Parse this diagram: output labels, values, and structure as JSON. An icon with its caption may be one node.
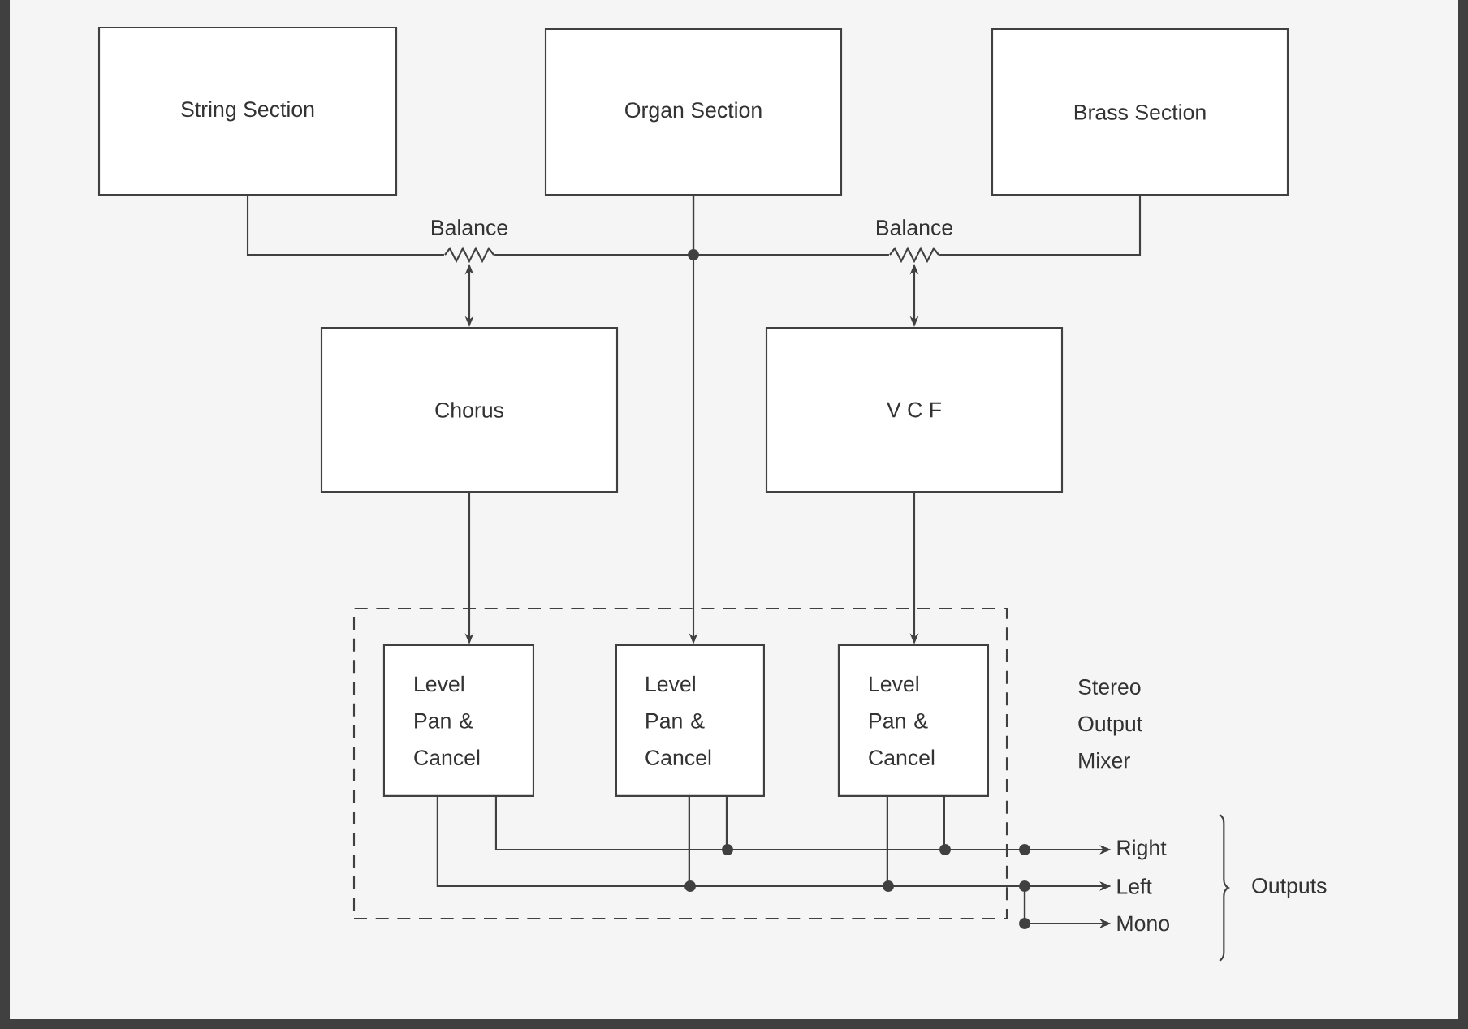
{
  "diagram": {
    "nodes": [
      {
        "text": [
          "String Section"
        ]
      },
      {
        "text": [
          "Organ Section"
        ]
      },
      {
        "text": [
          "Brass Section"
        ]
      },
      {
        "text": [
          "Balance"
        ]
      },
      {
        "text": [
          "Balance"
        ]
      },
      {
        "text": [
          "Chorus"
        ]
      },
      {
        "text": [
          "V C F"
        ]
      },
      {
        "text": [
          "Stereo Output Mixer"
        ]
      },
      {
        "text": [
          "Level Pan & Cancel"
        ],
        "in": 7
      },
      {
        "text": [
          "Level Pan & Cancel"
        ],
        "in": 7
      },
      {
        "text": [
          "Level Pan & Cancel"
        ],
        "in": 7
      },
      {
        "text": [
          "Right"
        ]
      },
      {
        "text": [
          "Left"
        ]
      },
      {
        "text": [
          "Mono"
        ]
      }
    ],
    "edges": [
      {
        "from": 0,
        "to": 3,
        "arrow": "none"
      },
      {
        "from": 1,
        "to": 3,
        "arrow": "none"
      },
      {
        "from": 1,
        "to": 4,
        "arrow": "none"
      },
      {
        "from": 2,
        "to": 4,
        "arrow": "none"
      },
      {
        "from": 3,
        "to": 5,
        "arrow": "both"
      },
      {
        "from": 4,
        "to": 6,
        "arrow": "both"
      },
      {
        "from": 1,
        "to": 9,
        "arrow": "to"
      },
      {
        "from": 5,
        "to": 8,
        "arrow": "to"
      },
      {
        "from": 6,
        "to": 10,
        "arrow": "to"
      },
      {
        "from": 8,
        "to": 11,
        "arrow": "to"
      },
      {
        "from": 9,
        "to": 11,
        "arrow": "to"
      },
      {
        "from": 10,
        "to": 11,
        "arrow": "to"
      },
      {
        "from": 8,
        "to": 12,
        "arrow": "to"
      },
      {
        "from": 9,
        "to": 12,
        "arrow": "to"
      },
      {
        "from": 10,
        "to": 12,
        "arrow": "to"
      },
      {
        "from": 8,
        "to": 13,
        "arrow": "to"
      },
      {
        "from": 9,
        "to": 13,
        "arrow": "to"
      },
      {
        "from": 10,
        "to": 13,
        "arrow": "to"
      }
    ],
    "labels": [
      "Outputs"
    ]
  }
}
